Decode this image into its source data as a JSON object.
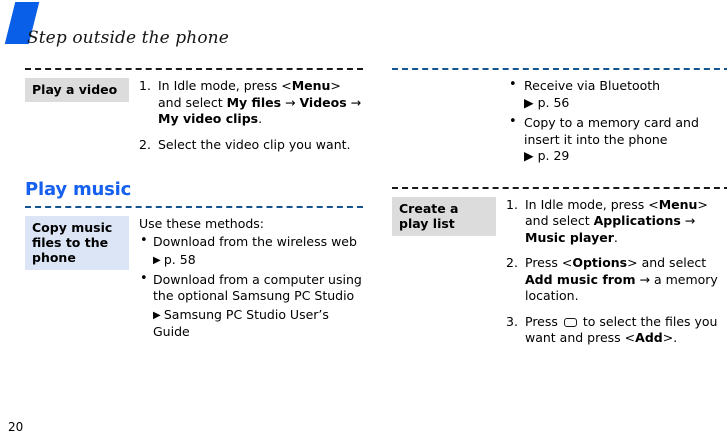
{
  "page": {
    "header_title": "Step outside the phone",
    "page_number": "20",
    "accent_blue": "#0a5fe8",
    "heading_blue": "#1560ee",
    "label_gray": "#dcdcdc",
    "label_blue": "#dce5f6"
  },
  "left_column": {
    "divider_top": "dashed-dark",
    "row_play_video": {
      "label": "Play a video",
      "steps": [
        {
          "segments": [
            {
              "text": "In Idle mode, press <",
              "bold": false
            },
            {
              "text": "Menu",
              "bold": true
            },
            {
              "text": "> and select ",
              "bold": false
            },
            {
              "text": "My files",
              "bold": true
            },
            {
              "text": " → ",
              "bold": false
            },
            {
              "text": "Videos",
              "bold": true
            },
            {
              "text": " → ",
              "bold": false
            },
            {
              "text": "My video clips",
              "bold": true
            },
            {
              "text": ".",
              "bold": false
            }
          ]
        },
        {
          "segments": [
            {
              "text": "Select the video clip you want.",
              "bold": false
            }
          ]
        }
      ]
    },
    "section_heading": "Play music",
    "divider_under_heading": "dashed-blue",
    "row_copy_music": {
      "label": "Copy music files to the phone",
      "intro": "Use these methods:",
      "bullets": [
        {
          "segments": [
            {
              "text": "Download from the wireless web",
              "bold": false
            },
            {
              "text": " ▶ ",
              "bold": false,
              "ref": true
            },
            {
              "text": "p. 58",
              "bold": false
            }
          ]
        },
        {
          "segments": [
            {
              "text": "Download from a computer using the optional Samsung PC Studio",
              "bold": false
            },
            {
              "text": " ▶ ",
              "bold": false,
              "ref": true
            },
            {
              "text": "Samsung PC Studio User’s Guide",
              "bold": false
            }
          ]
        }
      ]
    }
  },
  "right_column": {
    "divider_top": "dashed-blue",
    "continuation_bullets": [
      {
        "line1": "Receive via Bluetooth",
        "ref": "▶ p. 56"
      },
      {
        "line1": "Copy to a memory card and insert it into the phone",
        "ref": "▶ p. 29"
      }
    ],
    "divider_mid": "dashed-dark",
    "row_create_playlist": {
      "label": "Create a play list",
      "steps": [
        {
          "segments": [
            {
              "text": "In Idle mode, press <",
              "bold": false
            },
            {
              "text": "Menu",
              "bold": true
            },
            {
              "text": "> and select ",
              "bold": false
            },
            {
              "text": "Applications",
              "bold": true
            },
            {
              "text": " → ",
              "bold": false
            },
            {
              "text": "Music player",
              "bold": true
            },
            {
              "text": ".",
              "bold": false
            }
          ]
        },
        {
          "segments": [
            {
              "text": "Press <",
              "bold": false
            },
            {
              "text": "Options",
              "bold": true
            },
            {
              "text": "> and select ",
              "bold": false
            },
            {
              "text": "Add music from",
              "bold": true
            },
            {
              "text": " → a memory location.",
              "bold": false
            }
          ]
        },
        {
          "segments": [
            {
              "text": "Press ",
              "bold": false
            },
            {
              "icon": "key-icon"
            },
            {
              "text": " to select the files you want and press <",
              "bold": false
            },
            {
              "text": "Add",
              "bold": true
            },
            {
              "text": ">.",
              "bold": false
            }
          ]
        }
      ]
    }
  }
}
